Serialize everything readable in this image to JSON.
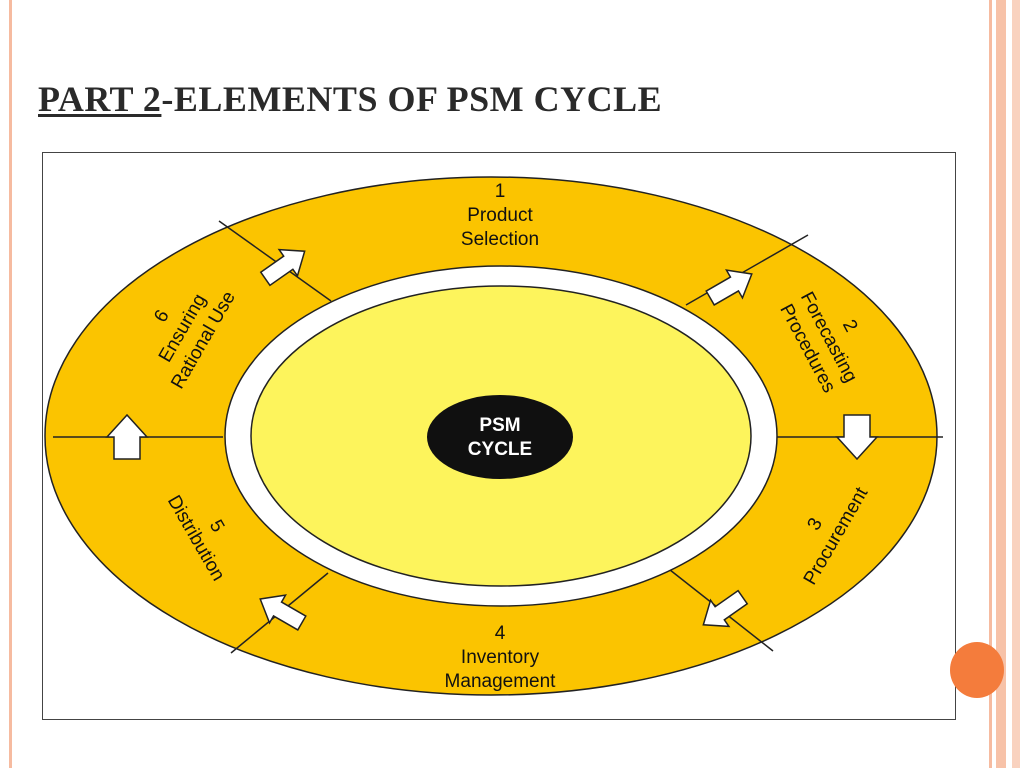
{
  "slide": {
    "title_underlined": "PART 2",
    "title_rest": "-ELEMENTS OF PSM CYCLE"
  },
  "diagram": {
    "center": {
      "line1": "PSM",
      "line2": "CYCLE"
    },
    "segments": [
      {
        "number": "1",
        "line1": "Product",
        "line2": "Selection"
      },
      {
        "number": "2",
        "line1": "Forecasting",
        "line2": "Procedures"
      },
      {
        "number": "3",
        "line1": "Procurement",
        "line2": ""
      },
      {
        "number": "4",
        "line1": "Inventory",
        "line2": "Management"
      },
      {
        "number": "5",
        "line1": "Distribution",
        "line2": ""
      },
      {
        "number": "6",
        "line1": "Ensuring",
        "line2": "Rational Use"
      }
    ]
  },
  "colors": {
    "ring": "#fbc400",
    "inner_disc": "#fdf45c",
    "center_disc": "#101010",
    "frame_accent": "#f4a582",
    "slide_dot": "#f47c3c"
  }
}
